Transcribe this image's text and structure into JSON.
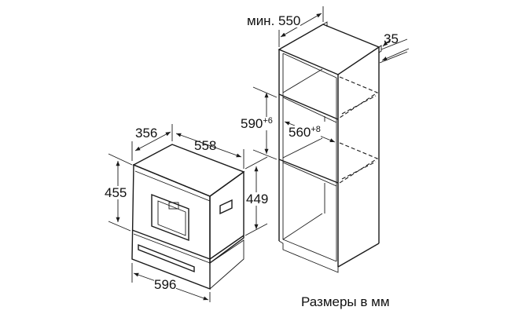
{
  "appliance": {
    "depth": "356",
    "width_top": "558",
    "height_total": "455",
    "height_body": "449",
    "width_front": "596"
  },
  "niche": {
    "min_depth": "мин. 550",
    "thickness": "35",
    "height": "590",
    "height_tol": "+6",
    "width": "560",
    "width_tol": "+8"
  },
  "caption": "Размеры в мм"
}
